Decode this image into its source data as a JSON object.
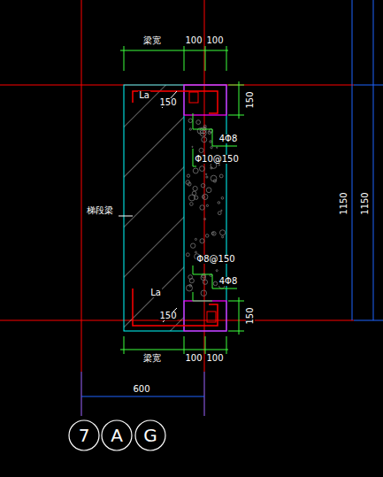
{
  "diagram": {
    "nodes": [
      {
        "text": [
          "7"
        ]
      },
      {
        "text": [
          "A"
        ]
      },
      {
        "text": [
          "G"
        ]
      }
    ],
    "edges": [],
    "labels": [
      "梁宽",
      "100",
      "100",
      "La",
      "150",
      "150",
      "1150",
      "1150",
      "4Φ8",
      "Φ10@150",
      "梯段梁",
      "Φ8@150",
      "4Φ8",
      "La",
      "150",
      "150",
      "梁宽",
      "100",
      "100",
      "600"
    ]
  }
}
